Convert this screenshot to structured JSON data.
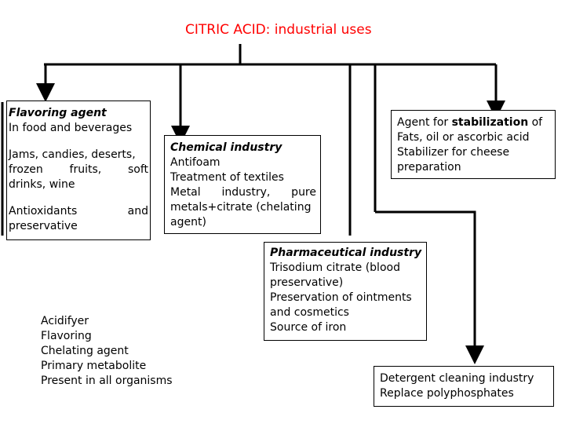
{
  "title": "CITRIC ACID: industrial uses",
  "colors": {
    "title": "#ff0000",
    "lines": "#000000"
  },
  "food": {
    "heading": "Flavoring agent",
    "line1": "In food and beverages",
    "jams_1": "Jams, candies, deserts,",
    "jams_2": "frozen fruits, soft",
    "jams_3": "drinks, wine",
    "anti_1a": "Antioxidants",
    "anti_1b": "and",
    "anti_2": "preservative"
  },
  "chemical": {
    "heading": "Chemical industry",
    "l1": "Antifoam",
    "l2": "Treatment of textiles",
    "l3": "Metal industry, pure",
    "l4": "metals+citrate (chelating",
    "l5": "agent)"
  },
  "stabilization": {
    "l1_pre": "Agent for ",
    "l1_bold": "stabilization",
    "l1_post": " of",
    "l2": "Fats, oil or ascorbic acid",
    "l3": "Stabilizer for cheese",
    "l4": "preparation"
  },
  "pharma": {
    "heading": "Pharmaceutical industry",
    "l1": "Trisodium citrate (blood",
    "l2": "preservative)",
    "l3": "Preservation of ointments",
    "l4": "and cosmetics",
    "l5": "Source of iron"
  },
  "general": {
    "l1": "Acidifyer",
    "l2": "Flavoring",
    "l3": "Chelating agent",
    "l4": "Primary metabolite",
    "l5": "Present in all organisms"
  },
  "detergent": {
    "l1": "Detergent cleaning industry",
    "l2": "Replace polyphosphates"
  }
}
